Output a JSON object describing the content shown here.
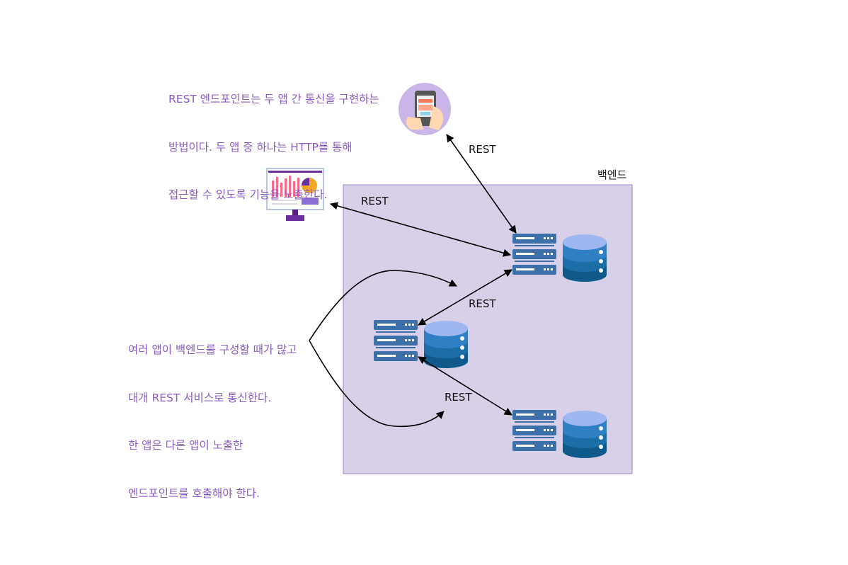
{
  "descriptions": {
    "top": [
      "REST 엔드포인트는 두 앱 간 통신을 구현하는",
      "방법이다. 두 앱 중 하나는 HTTP를 통해",
      "접근할 수 있도록 기능을 노출한다."
    ],
    "left": [
      "여러 앱이 백엔드를 구성할 때가 많고",
      "대개 REST 서비스로 통신한다.",
      "한 앱은 다른 앱이 노출한",
      "엔드포인트를 호출해야 한다."
    ]
  },
  "backend": {
    "label": "백엔드",
    "fill": "#d8d0e8",
    "border": "#9b86c8"
  },
  "links": [
    {
      "label": "REST",
      "from": "mobile-app",
      "to": "server-top"
    },
    {
      "label": "REST",
      "from": "desktop-app",
      "to": "server-top"
    },
    {
      "label": "REST",
      "from": "server-middle",
      "to": "server-top"
    },
    {
      "label": "REST",
      "from": "server-middle",
      "to": "server-bottom"
    }
  ],
  "icons": [
    "mobile-phone-icon",
    "monitor-dashboard-icon",
    "server-rack-icon",
    "database-icon"
  ],
  "colors": {
    "text_accent": "#8a5bc4",
    "server": "#3d6fa8",
    "db_top": "#9fb7f0",
    "db_mid": "#2f7fc4",
    "db_dark": "#0f5a8a"
  }
}
